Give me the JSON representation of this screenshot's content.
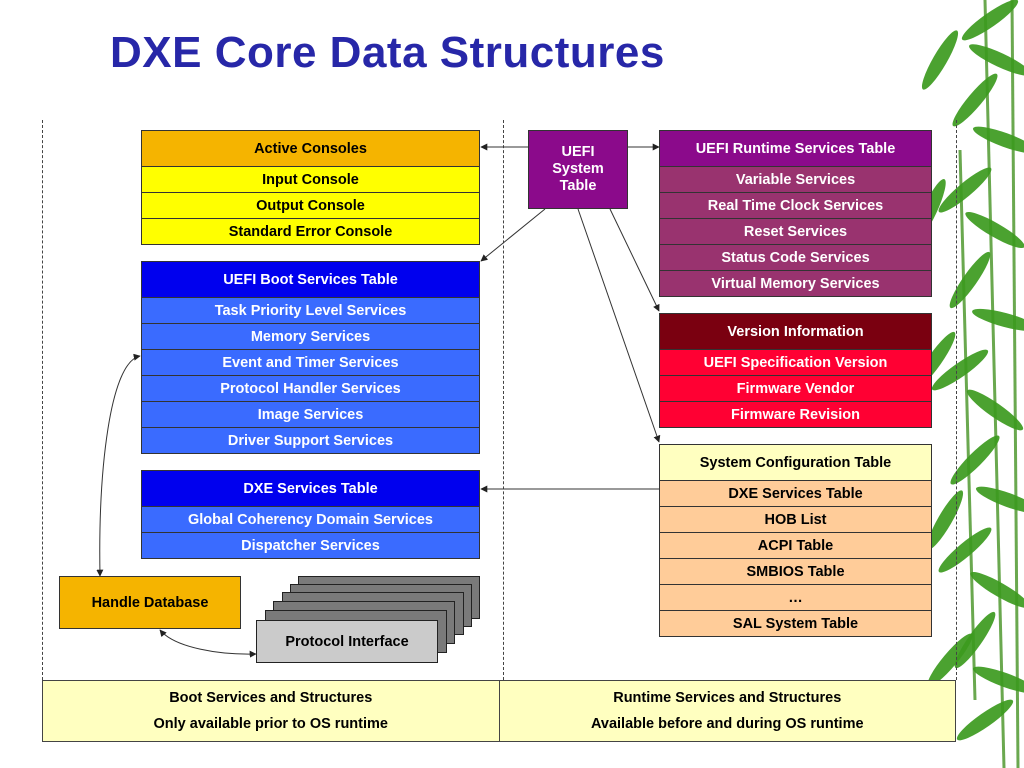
{
  "title": "DXE Core Data Structures",
  "colors": {
    "title": "#2727a8",
    "consoles_header": "#f5b400",
    "consoles_row": "#ffff00",
    "boot_header": "#0000ee",
    "boot_row": "#3a6bff",
    "runtime_header": "#8b0a8b",
    "runtime_row": "#99336f",
    "version_header": "#7a0010",
    "version_row": "#ff0033",
    "config_header": "#ffffc0",
    "config_row": "#ffcc99",
    "handle_database": "#f5b400",
    "protocol_interface": "#cbcbcb",
    "bottom_panel": "#ffffc0",
    "bamboo": "#3c9a1e"
  },
  "system_table": {
    "label": "UEFI System Table"
  },
  "active_consoles": {
    "header": "Active Consoles",
    "rows": [
      "Input Console",
      "Output Console",
      "Standard Error Console"
    ]
  },
  "boot_services": {
    "header": "UEFI Boot Services Table",
    "rows": [
      "Task Priority Level Services",
      "Memory Services",
      "Event and Timer Services",
      "Protocol Handler Services",
      "Image Services",
      "Driver Support Services"
    ]
  },
  "dxe_services": {
    "header": "DXE Services Table",
    "rows": [
      "Global Coherency Domain Services",
      "Dispatcher Services"
    ]
  },
  "runtime_services": {
    "header": "UEFI Runtime Services Table",
    "rows": [
      "Variable Services",
      "Real Time Clock Services",
      "Reset Services",
      "Status Code Services",
      "Virtual Memory Services"
    ]
  },
  "version_info": {
    "header": "Version Information",
    "rows": [
      "UEFI Specification Version",
      "Firmware Vendor",
      "Firmware Revision"
    ]
  },
  "config_table": {
    "header": "System Configuration Table",
    "rows": [
      "DXE Services Table",
      "HOB List",
      "ACPI Table",
      "SMBIOS Table",
      "…",
      "SAL System Table"
    ]
  },
  "handle_database": {
    "label": "Handle Database"
  },
  "protocol_interface": {
    "label": "Protocol Interface"
  },
  "bottom": {
    "left": {
      "line1": "Boot Services and Structures",
      "line2": "Only available prior to OS runtime"
    },
    "right": {
      "line1": "Runtime Services and Structures",
      "line2": "Available before and during OS runtime"
    }
  }
}
